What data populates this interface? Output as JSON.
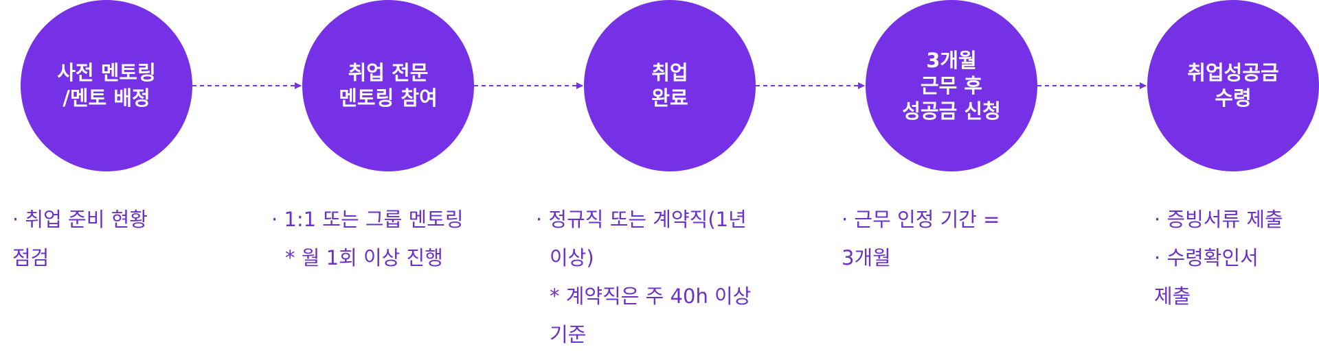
{
  "colors": {
    "accent": "#7630E6",
    "description_text": "#6B30C8"
  },
  "steps": [
    {
      "title": "사전 멘토링\n/멘토 배정",
      "description": [
        "· 취업 준비 현황",
        "점검"
      ]
    },
    {
      "title": "취업 전문\n멘토링 참여",
      "description": [
        "· 1:1 또는 그룹 멘토링",
        "* 월 1회 이상 진행"
      ]
    },
    {
      "title": "취업\n완료",
      "description": [
        "· 정규직 또는 계약직(1년",
        "이상)",
        "* 계약직은 주 40h 이상",
        "기준"
      ]
    },
    {
      "title": "3개월\n근무 후\n성공금 신청",
      "description": [
        "· 근무 인정 기간 =",
        "3개월"
      ]
    },
    {
      "title": "취업성공금\n수령",
      "description": [
        "· 증빙서류 제출",
        "· 수령확인서",
        "제출"
      ]
    }
  ]
}
